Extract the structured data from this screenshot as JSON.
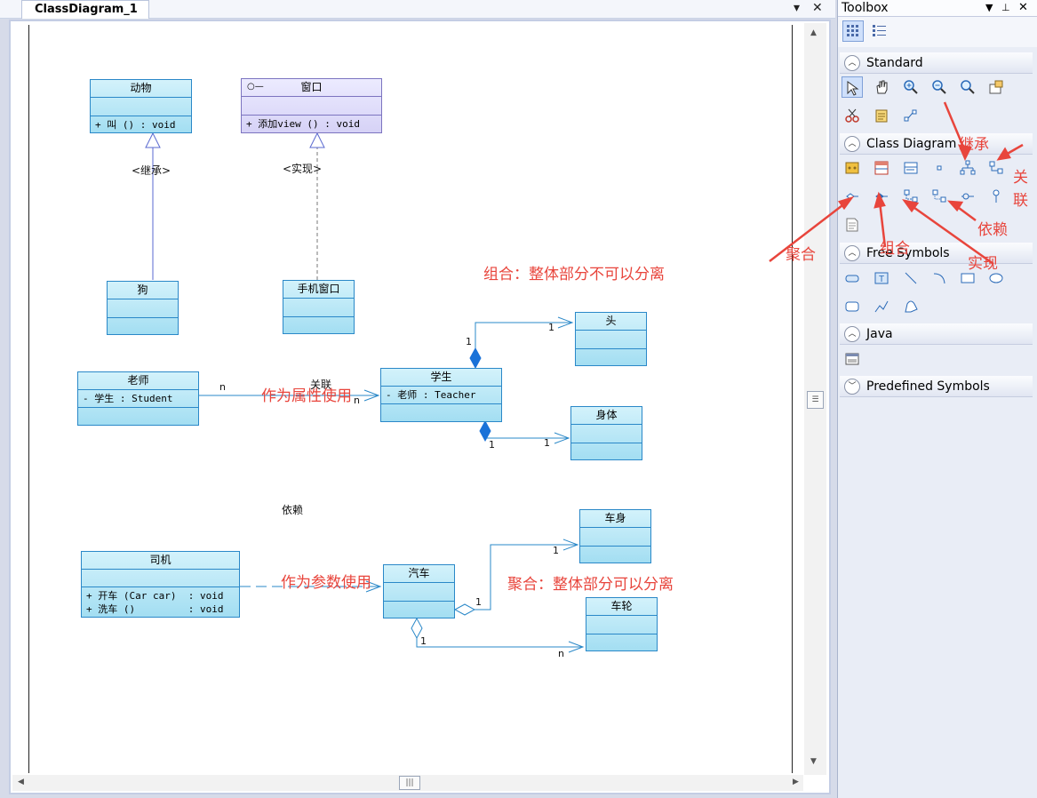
{
  "tab": {
    "title": "ClassDiagram_1",
    "pin_glyph": "▾",
    "close_glyph": "✕"
  },
  "scrollbar": {
    "up": "▲",
    "down": "▼",
    "left": "◀",
    "right": "▶",
    "grip_v": "☰",
    "grip_h": "|||"
  },
  "diagram": {
    "classes": {
      "animal": {
        "name": "动物",
        "ops": [
          "+ 叫 () : void"
        ]
      },
      "window": {
        "name": "窗口",
        "stereotype": "○—",
        "ops": [
          "+ 添加view () : void"
        ]
      },
      "dog": {
        "name": "狗"
      },
      "phone_window": {
        "name": "手机窗口"
      },
      "teacher": {
        "name": "老师",
        "attrs": [
          "- 学生  : Student"
        ]
      },
      "student": {
        "name": "学生",
        "attrs": [
          "- 老师  : Teacher"
        ]
      },
      "head": {
        "name": "头"
      },
      "body": {
        "name": "身体"
      },
      "driver": {
        "name": "司机",
        "ops": [
          "+ 开车 (Car car)  : void",
          "+ 洗车 ()         : void"
        ]
      },
      "car": {
        "name": "汽车"
      },
      "car_body": {
        "name": "车身"
      },
      "wheel": {
        "name": "车轮"
      }
    },
    "labels": {
      "inherit": "<继承>",
      "realize": "<实现>",
      "assoc": "关联",
      "depend": "依赖"
    },
    "multiplicity": {
      "teacher_n": "n",
      "student_n": "n",
      "stu_head_1a": "1",
      "stu_head_1b": "1",
      "stu_body_1a": "1",
      "stu_body_1b": "1",
      "car_body_1a": "1",
      "car_body_1b": "1",
      "car_wheel_1": "1",
      "car_wheel_n": "n"
    },
    "annotations": {
      "composition_note": "组合：整体部分不可以分离",
      "attr_note": "作为属性使用",
      "param_note": "作为参数使用",
      "aggregation_note": "聚合：整体部分可以分离"
    }
  },
  "toolbox": {
    "title": "Toolbox",
    "controls": {
      "dropdown": "▼",
      "pin": "⊥",
      "close": "✕"
    },
    "groups": {
      "standard": "Standard",
      "class_diagram": "Class Diagram",
      "free_symbols": "Free Symbols",
      "java": "Java",
      "predefined": "Predefined Symbols"
    },
    "expand_glyph": "︿",
    "collapse_glyph": "﹀",
    "annotations": {
      "inherit": "继承",
      "assoc_a": "关",
      "assoc_b": "联",
      "aggregation": "聚合",
      "composition": "组合",
      "dependency": "依赖",
      "realization": "实现"
    }
  },
  "colors": {
    "annotation": "#e8453c",
    "class_fill": "#a3def2",
    "class_border": "#2a88c8",
    "line": "#2a88c8"
  }
}
